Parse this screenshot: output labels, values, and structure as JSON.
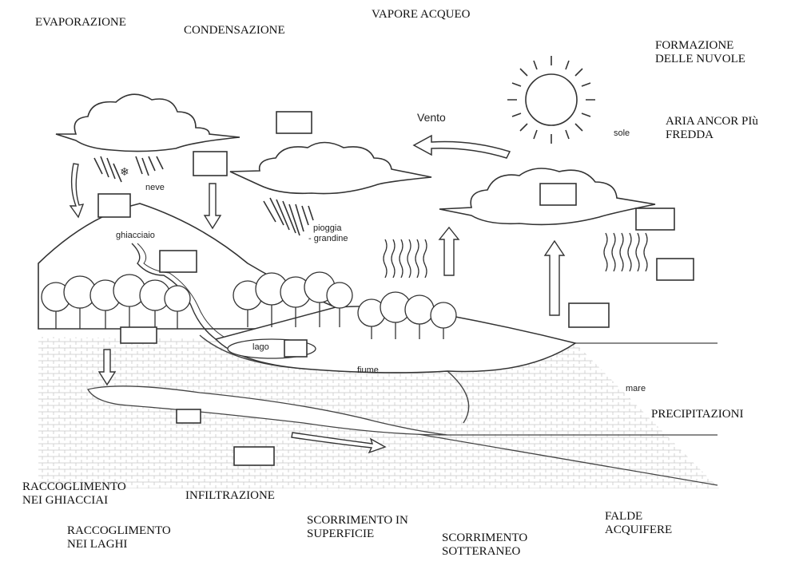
{
  "terms": [
    {
      "id": "evaporazione",
      "text": "EVAPORAZIONE"
    },
    {
      "id": "condensazione",
      "text": "CONDENSAZIONE"
    },
    {
      "id": "vapore-acqueo",
      "text": "VAPORE ACQUEO"
    },
    {
      "id": "formazione-nuvole",
      "text": "FORMAZIONE\nDELLE NUVOLE"
    },
    {
      "id": "aria-fredda",
      "text": "ARIA ANCOR PIù\nFREDDA"
    },
    {
      "id": "precipitazioni",
      "text": "PRECIPITAZIONI"
    },
    {
      "id": "raccoglimento-ghiacciai",
      "text": "RACCOGLIMENTO\nNEI GHIACCIAI"
    },
    {
      "id": "infiltrazione",
      "text": "INFILTRAZIONE"
    },
    {
      "id": "scorrimento-superficie",
      "text": "SCORRIMENTO IN\nSUPERFICIE"
    },
    {
      "id": "falde-acquifere",
      "text": "FALDE\nACQUIFERE"
    },
    {
      "id": "raccoglimento-laghi",
      "text": "RACCOGLIMENTO\nNEI LAGHI"
    },
    {
      "id": "scorrimento-sotterraneo",
      "text": "SCORRIMENTO\nSOTTERANEO"
    }
  ],
  "diagram_labels": {
    "vento": "Vento",
    "sole": "sole",
    "neve": "neve",
    "ghiacciaio": "ghiacciaio",
    "pioggia": "pioggia",
    "grandine": "- grandine",
    "lago": "lago",
    "fiume": "fiume",
    "mare": "mare"
  }
}
